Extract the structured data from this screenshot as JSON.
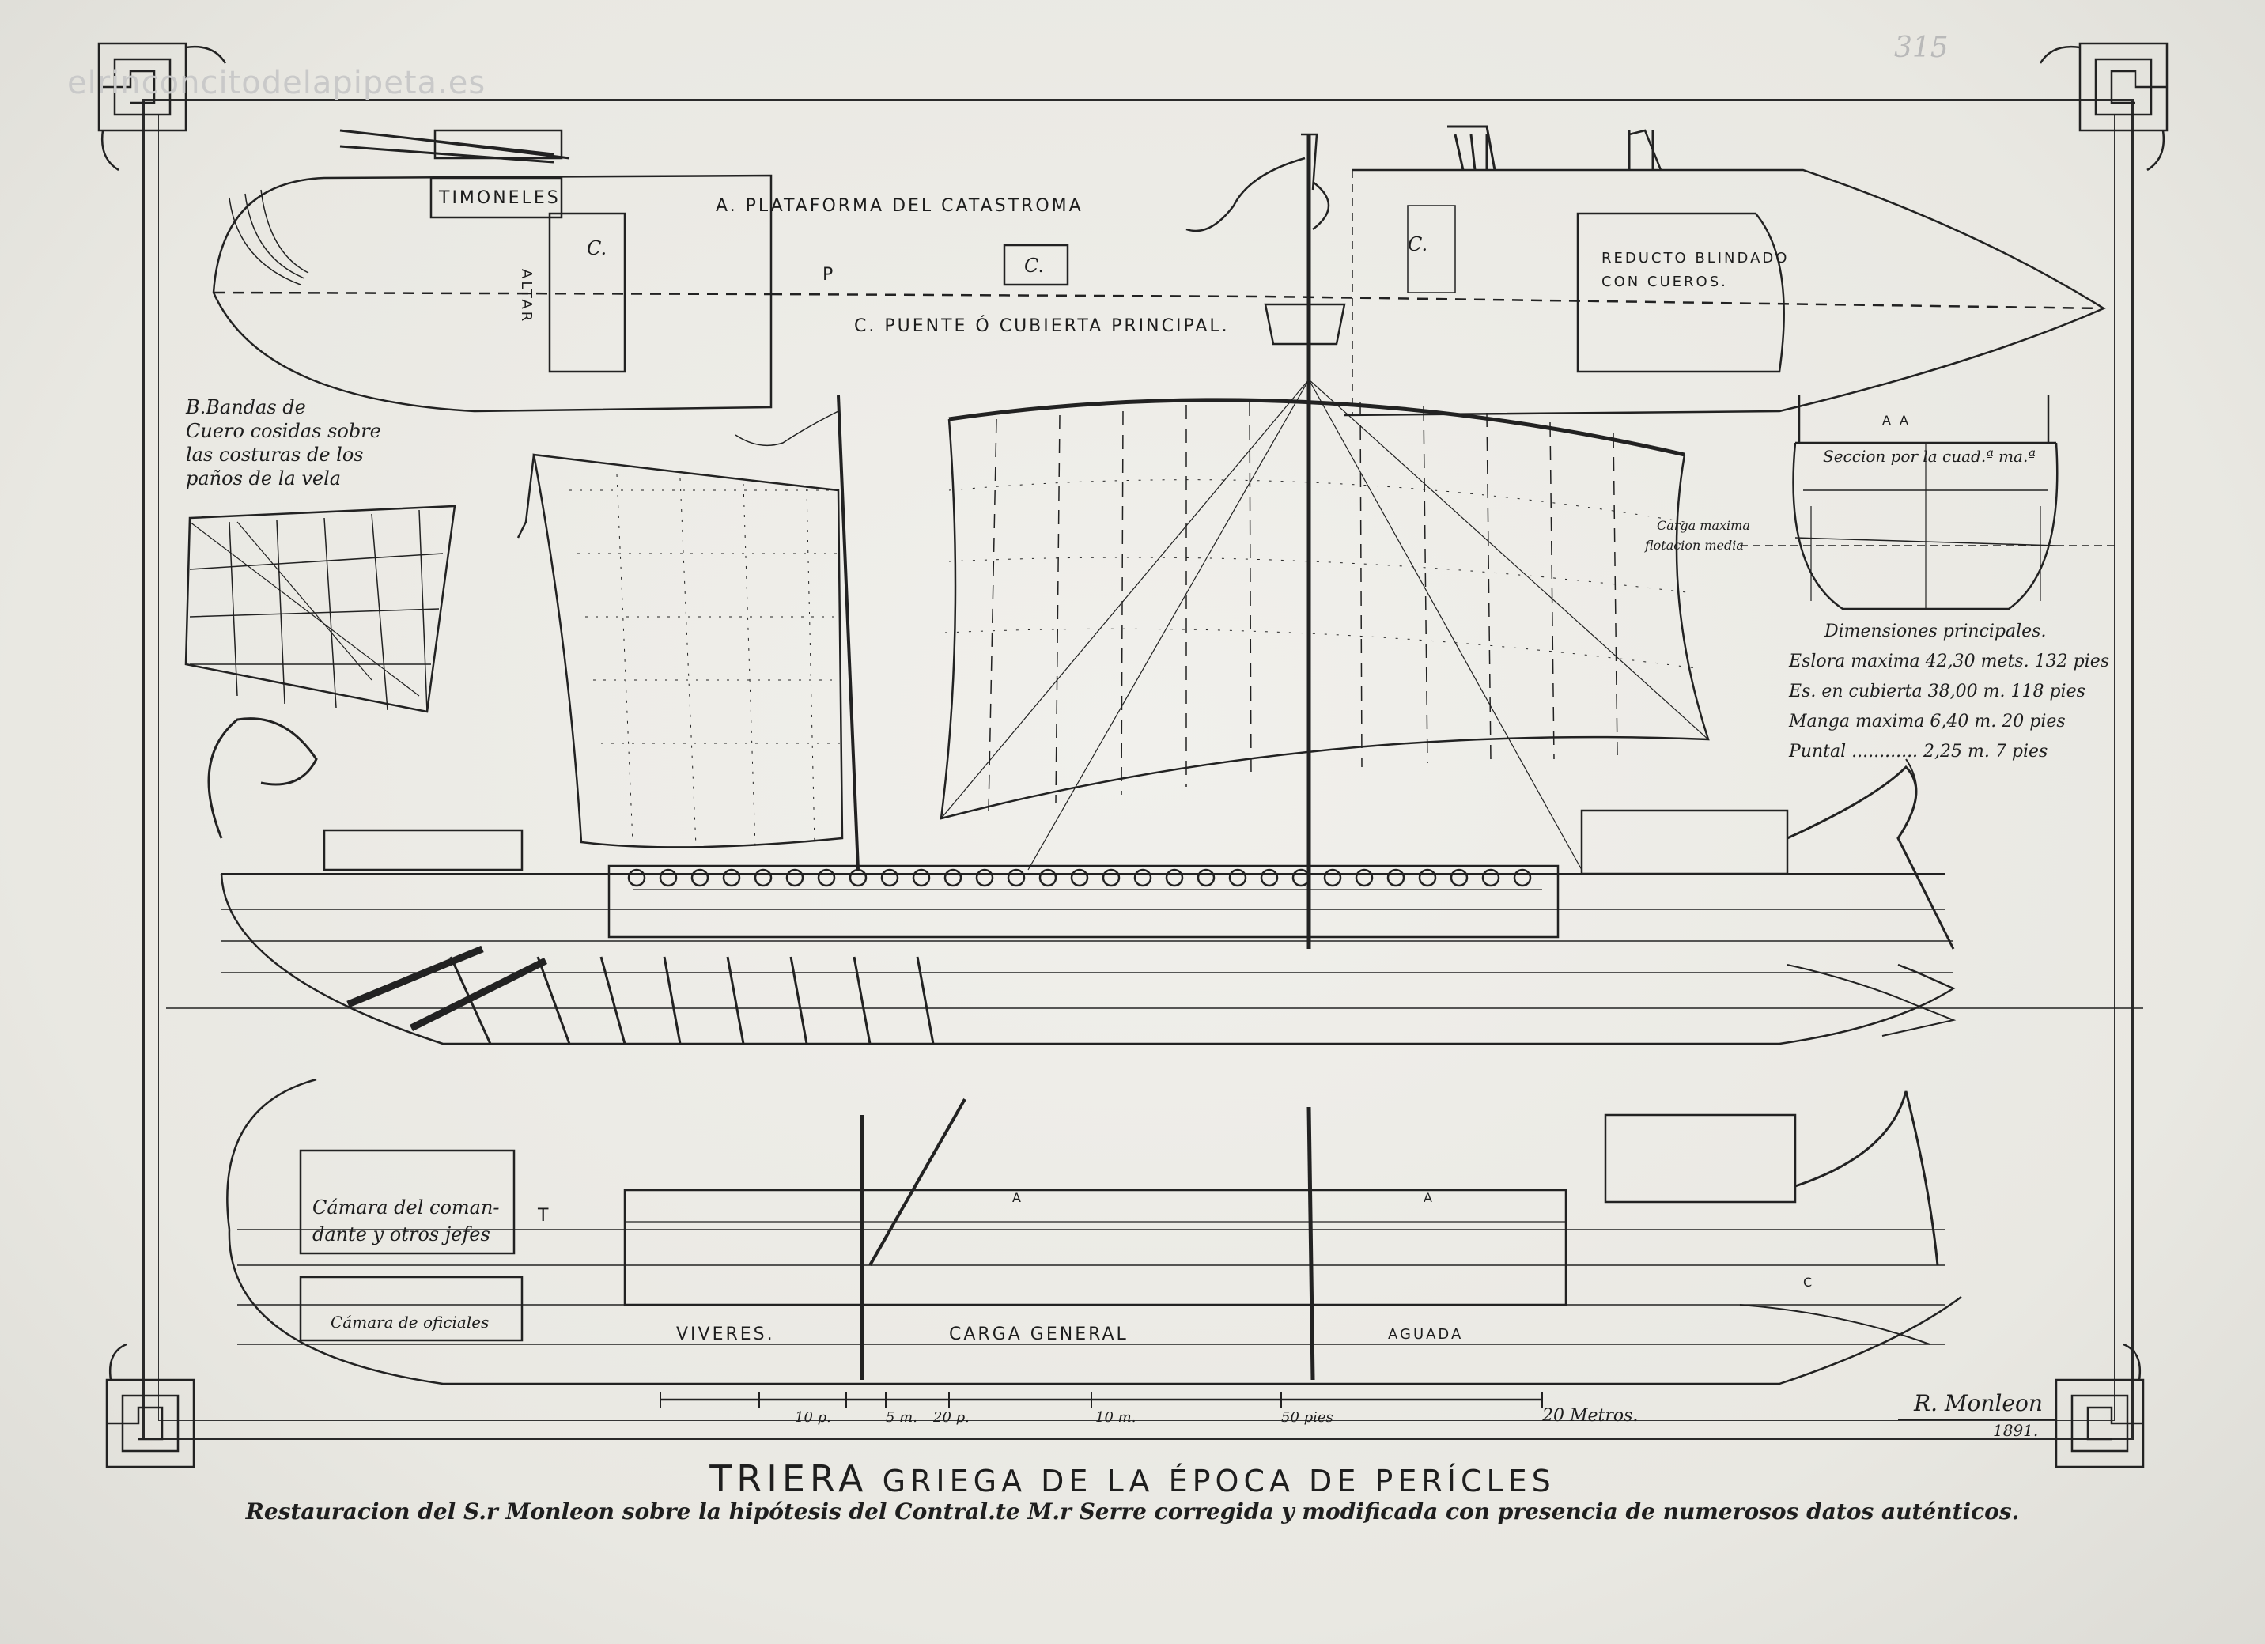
{
  "watermark": "elrinconcitodelapipeta.es",
  "page_number": "315",
  "labels": {
    "timoneles": "TIMONELES",
    "plataforma": "A. PLATAFORMA DEL CATASTROMA",
    "altar": "ALTAR",
    "c1": "C.",
    "c2": "C.",
    "c3": "C.",
    "p_mark": "P",
    "puente": "C. PUENTE Ó CUBIERTA PRINCIPAL.",
    "reducto": "REDUCTO BLINDADO\nCON CUEROS.",
    "bandas": "B.Bandas de\nCuero cosidas sobre\nlas costuras de los\npaños de la vela",
    "seccion": "Seccion por la cuad.ª ma.ª",
    "a_marks": "A    A",
    "carga_maxima": "Carga maxima",
    "flotacion": "flotacion media",
    "camara_comandante": "Cámara del coman-\ndante y otros jefes",
    "camara_oficiales": "Cámara de oficiales",
    "t_mark": "T",
    "a_deck1": "A",
    "a_deck2": "A",
    "viveres": "VIVERES.",
    "carga_general": "CARGA GENERAL",
    "aguada": "AGUADA",
    "c_hull": "C"
  },
  "dimensions": {
    "title": "Dimensiones principales.",
    "rows": [
      {
        "label": "Eslora maxima",
        "metric": "42,30 mets.",
        "imperial": "132 pies"
      },
      {
        "label": "Es. en cubierta",
        "metric": "38,00 m.",
        "imperial": "118 pies"
      },
      {
        "label": "Manga maxima",
        "metric": "6,40 m.",
        "imperial": "20 pies"
      },
      {
        "label": "Puntal",
        "metric": "2,25 m.",
        "imperial": "7 pies"
      }
    ]
  },
  "scale": {
    "ticks": [
      "10 p.",
      "5 m.",
      "20 p.",
      "10 m.",
      "50 pies",
      "20 Metros."
    ]
  },
  "signature": {
    "name": "R. Monleon",
    "year": "1891."
  },
  "title": {
    "main_big": "TRIERA",
    "main_rest": "GRIEGA DE LA ÉPOCA DE PERÍCLES",
    "subtitle": "Restauracion del S.r Monleon sobre la hipótesis del Contral.te M.r Serre corregida y modificada con presencia de numerosos datos auténticos."
  }
}
